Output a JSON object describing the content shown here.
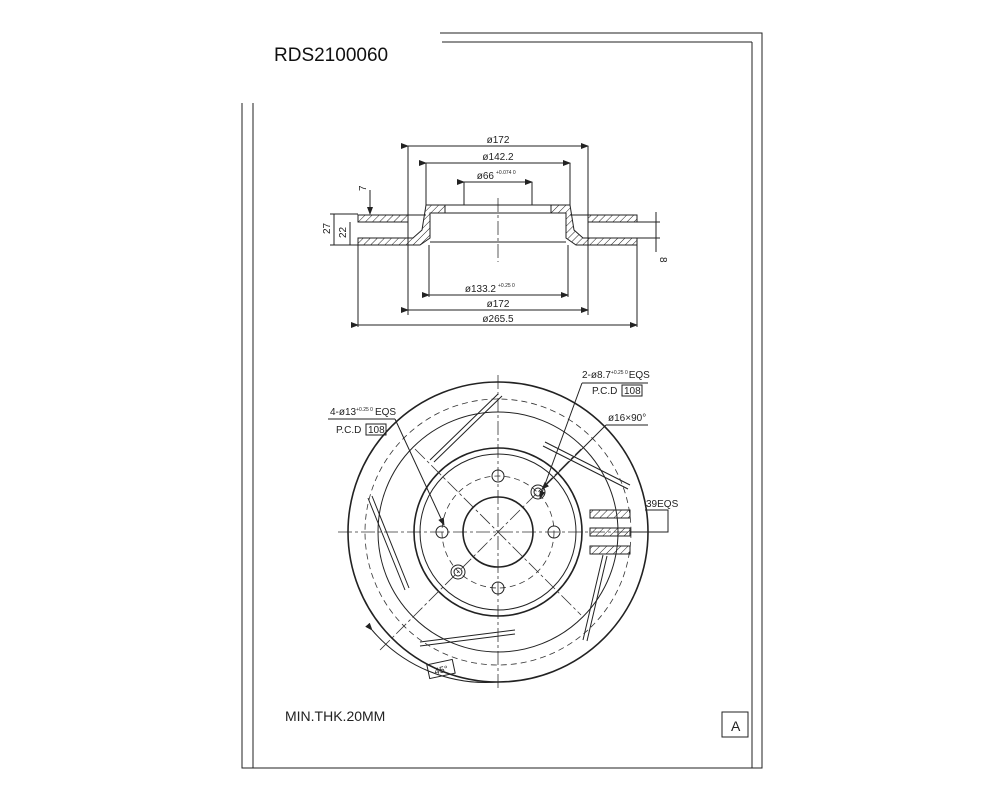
{
  "title": "RDS2100060",
  "section_view": {
    "dims": {
      "d172_top": "ø172",
      "d142": "ø142.2",
      "d66": "ø66",
      "d66_tol": "+0.074 0",
      "d133": "ø133.2",
      "d133_tol": "+0.25 0",
      "d172_bot": "ø172",
      "d265": "ø265.5",
      "h7": "7",
      "h27": "27",
      "h22": "22",
      "h8": "8"
    }
  },
  "front_view": {
    "bolt_holes": "4-ø13",
    "bolt_tol": "+0.25 0",
    "bolt_eqs": "EQS",
    "pcd_label": "P.C.D",
    "pcd_value": "108",
    "pin_holes": "2-ø8.7",
    "pin_tol": "+0.25 0",
    "pin_eqs": "EQS",
    "pcd2_label": "P.C.D",
    "pcd2_value": "108",
    "chamfer": "ø16×90°",
    "vanes": "39EQS",
    "angle": "45°"
  },
  "min_thk": "MIN.THK.20MM",
  "sheet_mark": "A"
}
